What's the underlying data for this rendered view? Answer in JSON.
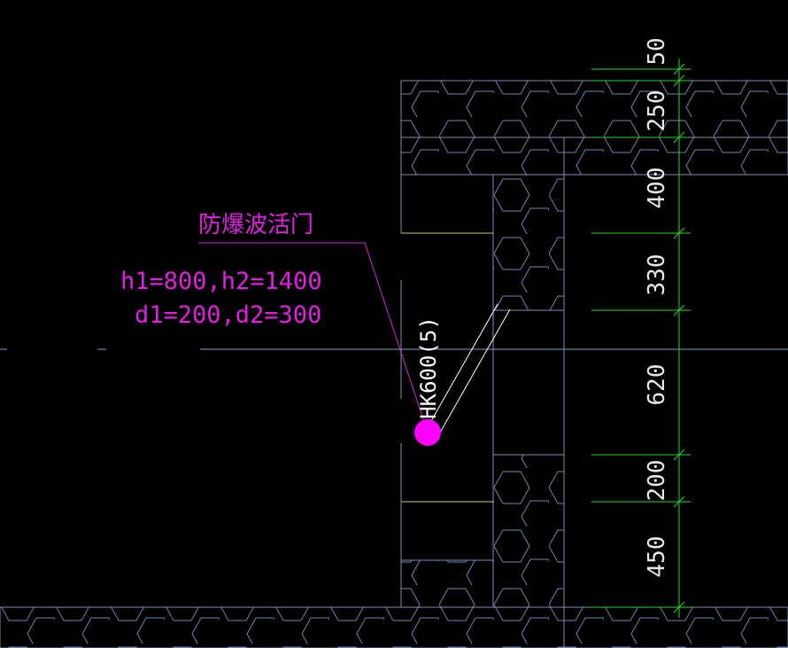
{
  "canvas": {
    "background": "#000000"
  },
  "colors": {
    "wall_line": "#7f8fb3",
    "hatch": "#6f83b0",
    "dimension": "#27d827",
    "dimension_text": "#e8e8e8",
    "annotation": "#e020e0",
    "leader": "#ffffff",
    "axis": "#8c9dbf",
    "door_line": "#b9d36a"
  },
  "annotation": {
    "title": "防爆波活门",
    "line1": "h1=800,h2=1400",
    "line2": "d1=200,d2=300",
    "tag": "HK600(5)"
  },
  "dimensions": {
    "values": [
      "50",
      "250",
      "400",
      "330",
      "620",
      "200",
      "450"
    ]
  },
  "icons": {
    "marker": "valve-marker-dot",
    "hatch": "hexagon-pattern"
  }
}
